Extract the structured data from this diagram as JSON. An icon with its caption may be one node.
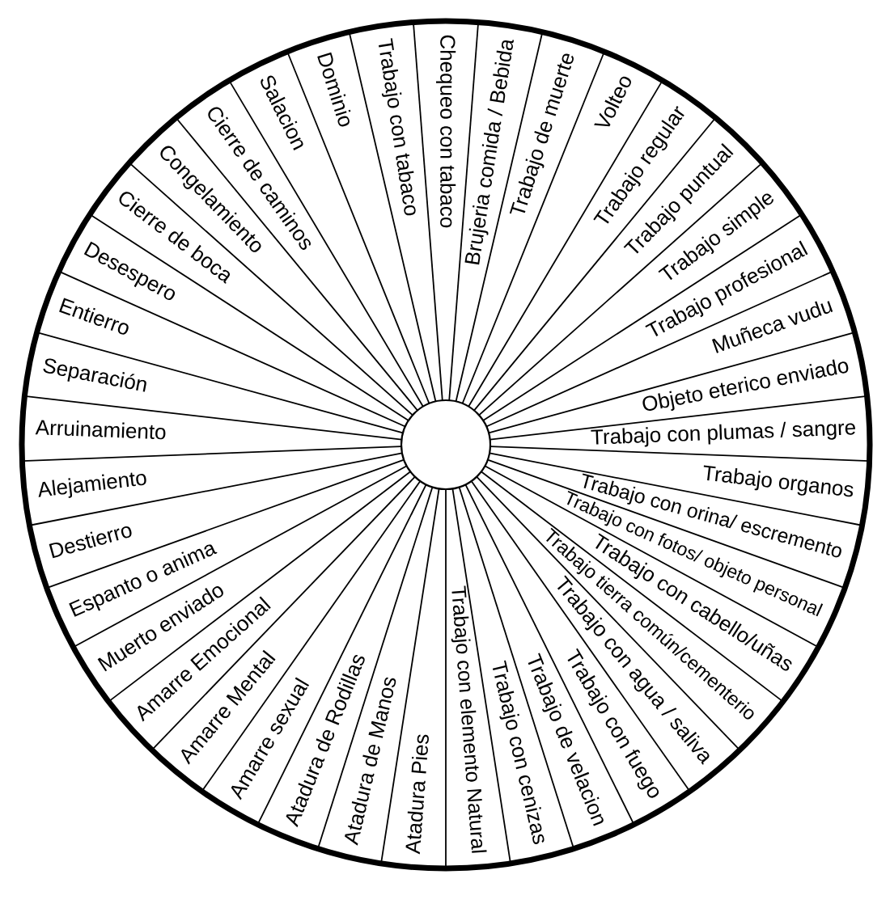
{
  "diagram": {
    "nodes": [
      {
        "text": [
          "Chequeo con tabaco"
        ]
      },
      {
        "text": [
          "Brujeria comida / Bebida"
        ]
      },
      {
        "text": [
          "Trabajo de muerte"
        ]
      },
      {
        "text": [
          "Volteo"
        ]
      },
      {
        "text": [
          "Trabajo regular"
        ]
      },
      {
        "text": [
          "Trabajo puntual"
        ]
      },
      {
        "text": [
          "Trabajo simple"
        ]
      },
      {
        "text": [
          "Trabajo profesional"
        ]
      },
      {
        "text": [
          "Muñeca vudu"
        ]
      },
      {
        "text": [
          "Objeto eterico enviado"
        ]
      },
      {
        "text": [
          "Trabajo con plumas / sangre"
        ]
      },
      {
        "text": [
          "Trabajo organos"
        ]
      },
      {
        "text": [
          "Trabajo con orina/ escremento"
        ]
      },
      {
        "text": [
          "Trabajo con fotos/ objeto personal"
        ]
      },
      {
        "text": [
          "Trabajo con cabello/uñas"
        ]
      },
      {
        "text": [
          "Trabajo tierra común/cementerio"
        ]
      },
      {
        "text": [
          "Trabajo con agua / saliva"
        ]
      },
      {
        "text": [
          "Trabajo con fuego"
        ]
      },
      {
        "text": [
          "Trabajo de velacion"
        ]
      },
      {
        "text": [
          "Trabajo con cenizas"
        ]
      },
      {
        "text": [
          "Trabajo con elemento Natural"
        ]
      },
      {
        "text": [
          "Atadura Pies"
        ]
      },
      {
        "text": [
          "Atadura de Manos"
        ]
      },
      {
        "text": [
          "Atadura de Rodillas"
        ]
      },
      {
        "text": [
          "Amarre sexual"
        ]
      },
      {
        "text": [
          "Amarre Mental"
        ]
      },
      {
        "text": [
          "Amarre Emocional"
        ]
      },
      {
        "text": [
          "Muerto enviado"
        ]
      },
      {
        "text": [
          "Espanto o anima"
        ]
      },
      {
        "text": [
          "Destierro"
        ]
      },
      {
        "text": [
          "Alejamiento"
        ]
      },
      {
        "text": [
          "Arruinamiento"
        ]
      },
      {
        "text": [
          "Separación"
        ]
      },
      {
        "text": [
          "Entierro"
        ]
      },
      {
        "text": [
          "Desespero"
        ]
      },
      {
        "text": [
          "Cierre de boca"
        ]
      },
      {
        "text": [
          "Congelamiento"
        ]
      },
      {
        "text": [
          "Cierre de caminos"
        ]
      },
      {
        "text": [
          "Salacion"
        ]
      },
      {
        "text": [
          "Dominio"
        ]
      },
      {
        "text": [
          "Trabajo con tabaco"
        ]
      }
    ]
  }
}
